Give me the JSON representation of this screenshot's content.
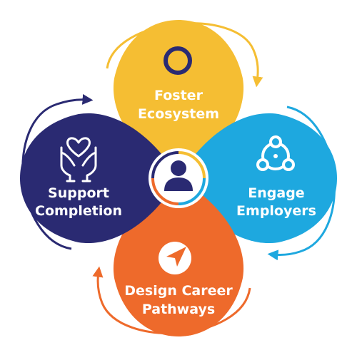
{
  "diagram": {
    "petals": [
      {
        "id": "top",
        "line1": "Foster",
        "line2": "Ecosystem",
        "color": "#F5BE33",
        "icon": "circle-icon"
      },
      {
        "id": "right",
        "line1": "Engage",
        "line2": "Employers",
        "color": "#1EA8DF",
        "icon": "network-people-icon"
      },
      {
        "id": "bottom",
        "line1": "Design Career",
        "line2": "Pathways",
        "color": "#EE6A2B",
        "icon": "navigation-arrow-icon"
      },
      {
        "id": "left",
        "line1": "Support",
        "line2": "Completion",
        "color": "#2A2A72",
        "icon": "hands-heart-icon"
      }
    ],
    "center": {
      "icon": "person-icon",
      "color": "#2A2A72"
    }
  }
}
